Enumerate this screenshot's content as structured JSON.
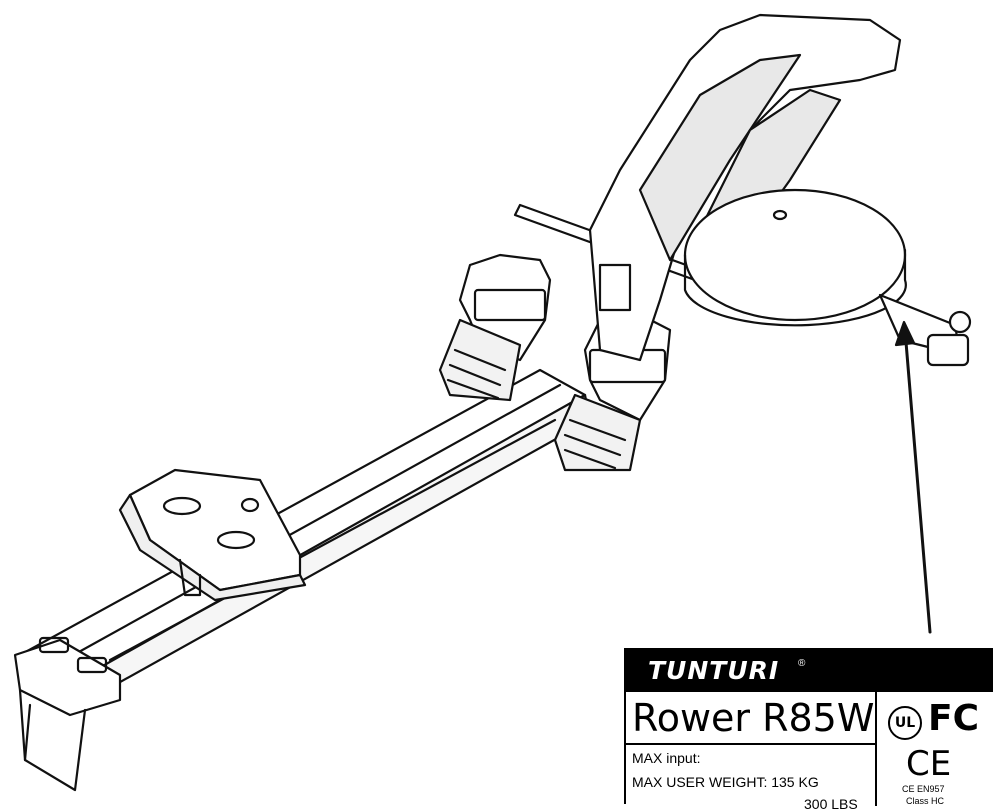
{
  "label": {
    "brand": "TUNTURI",
    "registered": "®",
    "model": "Rower R85W",
    "specs": {
      "max_input": "MAX input:",
      "max_weight": "MAX USER WEIGHT: 135 KG",
      "max_weight_lbs": "300 LBS"
    },
    "certs": {
      "ul": "UL",
      "fcc": "FC",
      "ce": "CE",
      "standard": "CE EN957",
      "class": "Class HC"
    }
  }
}
